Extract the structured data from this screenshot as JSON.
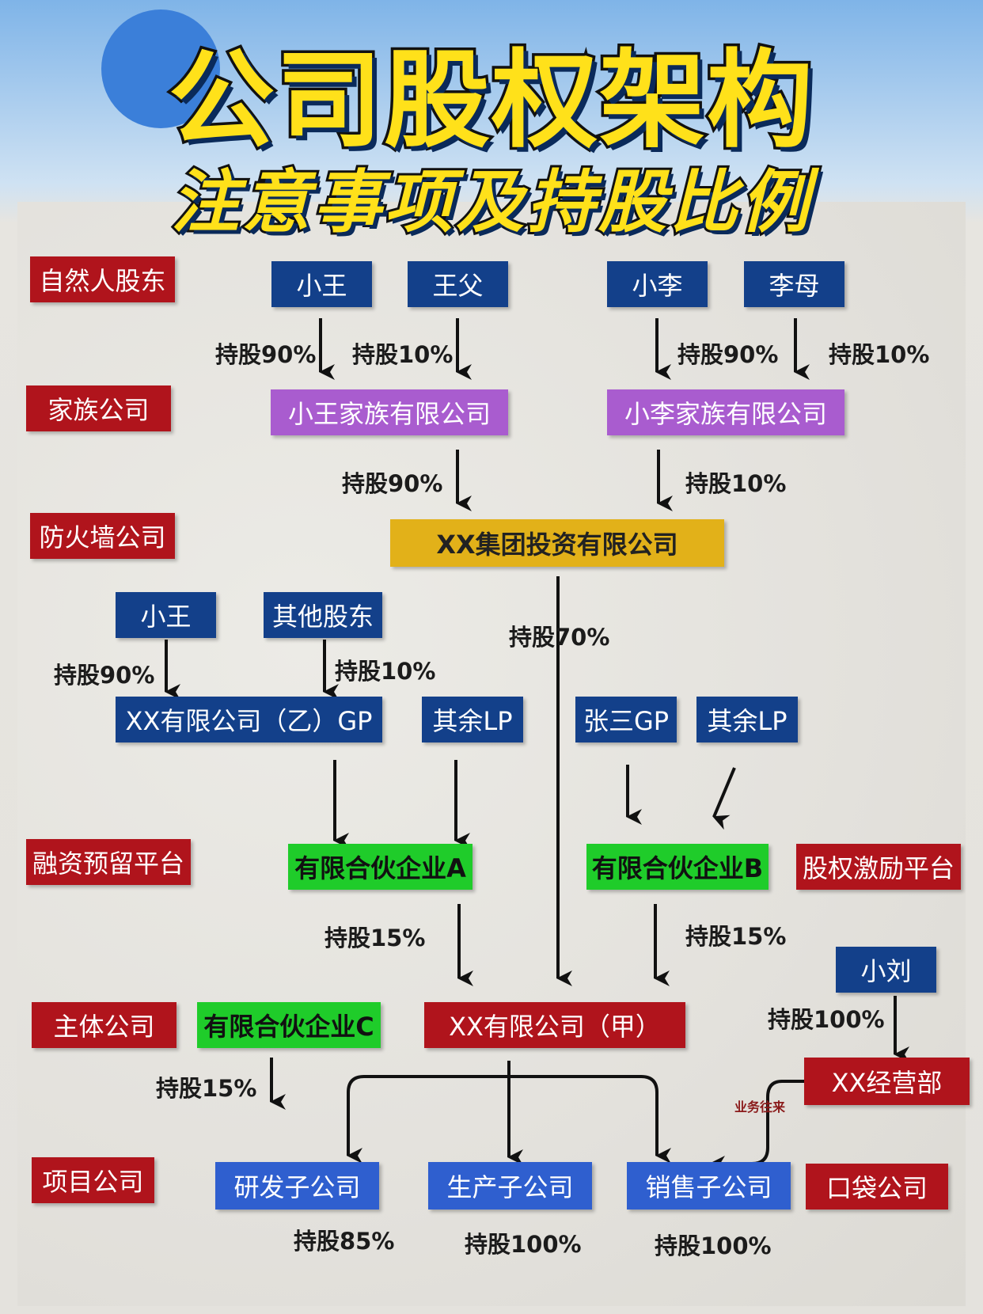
{
  "title": {
    "main": "公司股权架构",
    "sub": "注意事项及持股比例"
  },
  "levels": {
    "natural": "自然人股东",
    "family": "家族公司",
    "firewall": "防火墙公司",
    "financing": "融资预留平台",
    "incentive": "股权激励平台",
    "main": "主体公司",
    "project": "项目公司",
    "pocket": "口袋公司"
  },
  "nodes": {
    "xiaowang": "小王",
    "wangfu": "王父",
    "xiaoli": "小李",
    "limu": "李母",
    "wang_family": "小王家族有限公司",
    "li_family": "小李家族有限公司",
    "group": "XX集团投资有限公司",
    "xiaowang2": "小王",
    "other_holders": "其他股东",
    "company_yi_gp": "XX有限公司（乙）GP",
    "other_lp_1": "其余LP",
    "zhangsan_gp": "张三GP",
    "other_lp_2": "其余LP",
    "partnership_a": "有限合伙企业A",
    "partnership_b": "有限合伙企业B",
    "xiaoliu": "小刘",
    "partnership_c": "有限合伙企业C",
    "company_jia": "XX有限公司（甲）",
    "business_dept": "XX经营部",
    "rd_sub": "研发子公司",
    "prod_sub": "生产子公司",
    "sales_sub": "销售子公司"
  },
  "labels": {
    "xw_90": "持股90%",
    "wf_10": "持股10%",
    "xl_90": "持股90%",
    "lm_10": "持股10%",
    "wfam_90": "持股90%",
    "lfam_10": "持股10%",
    "group_70": "持股70%",
    "xw2_90": "持股90%",
    "oh_10": "持股10%",
    "a_15": "持股15%",
    "b_15": "持股15%",
    "xl_100": "持股100%",
    "c_15": "持股15%",
    "rd_85": "持股85%",
    "prod_100": "持股100%",
    "sales_100": "持股100%",
    "biz_note": "业务往来"
  }
}
